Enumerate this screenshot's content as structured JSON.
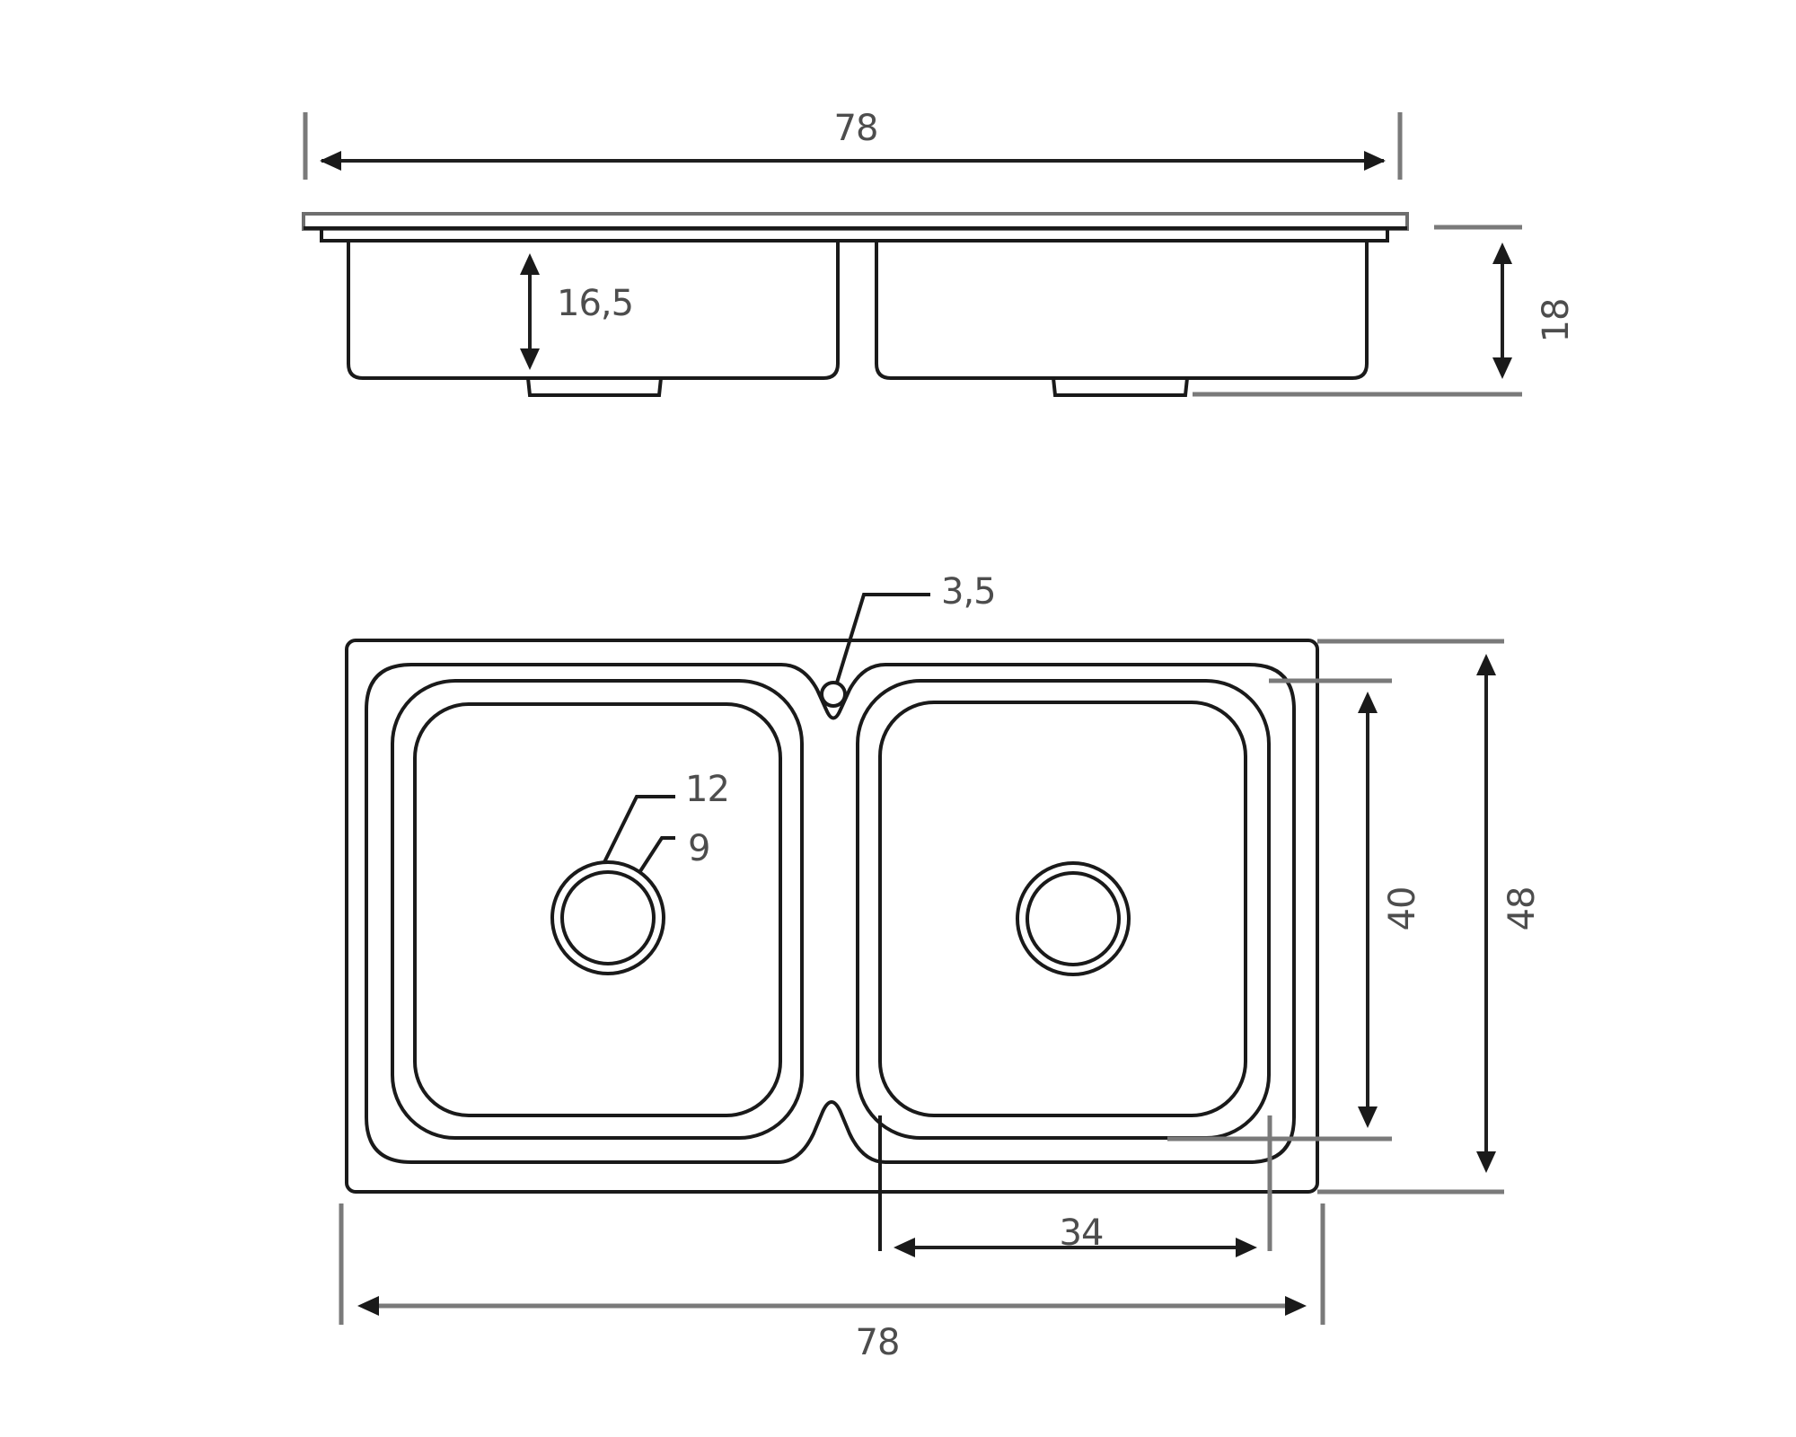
{
  "drawing": {
    "subject": "double-bowl kitchen sink",
    "units": "cm",
    "line_color": "#1a1a1a",
    "label_color": "#4d4d4d"
  },
  "side_view": {
    "overall_width_label": "78",
    "bowl_depth_label": "16,5",
    "overall_height_label": "18"
  },
  "plan_view": {
    "tap_hole_label": "3,5",
    "drain_outer_label": "12",
    "drain_inner_label": "9",
    "bowl_inner_depth_label": "40",
    "overall_depth_label": "48",
    "bowl_width_label": "34",
    "overall_width_label": "78"
  }
}
